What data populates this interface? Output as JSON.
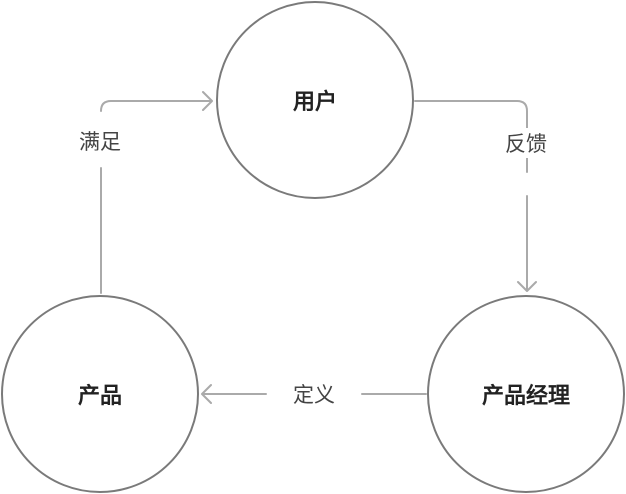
{
  "nodes": {
    "user": "用户",
    "product": "产品",
    "product_manager": "产品经理"
  },
  "edges": {
    "satisfy": "满足",
    "feedback": "反馈",
    "define": "定义"
  },
  "colors": {
    "circle_stroke": "#7a7a7a",
    "arrow_stroke": "#aaaaaa"
  }
}
